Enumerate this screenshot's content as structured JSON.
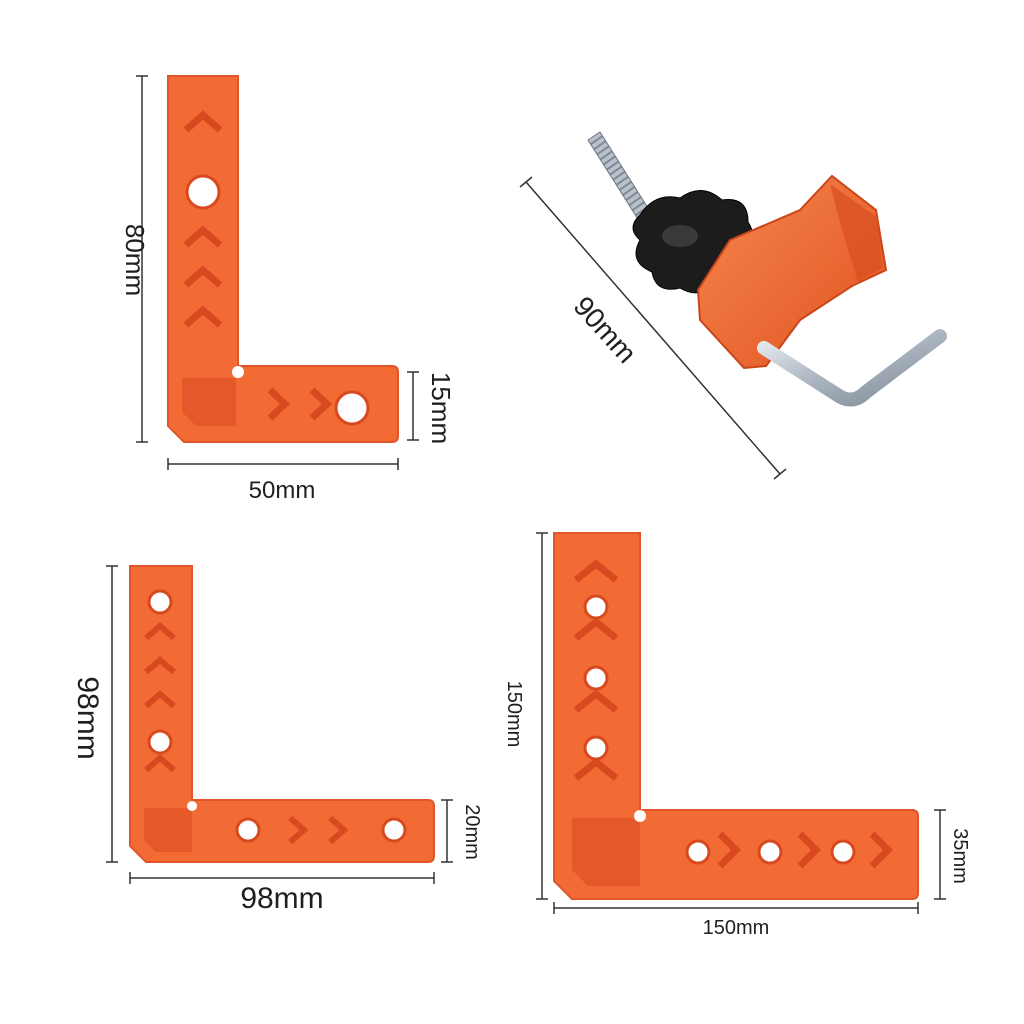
{
  "colors": {
    "square_fill": "#f26b35",
    "square_edge": "#e0562a",
    "square_relief": "#f48558",
    "recess": "#d9491f",
    "dimension_line": "#333333",
    "knob": "#1c1c1c",
    "steel": "#b9c2cc"
  },
  "products": [
    {
      "name": "small-square",
      "height_label": "80mm",
      "width_label": "50mm",
      "arm_label": "15mm"
    },
    {
      "name": "clamp",
      "length_label": "90mm"
    },
    {
      "name": "medium-square",
      "height_label": "98mm",
      "width_label": "98mm",
      "arm_label": "20mm"
    },
    {
      "name": "large-square",
      "height_label": "150mm",
      "width_label": "150mm",
      "arm_label": "35mm"
    }
  ]
}
